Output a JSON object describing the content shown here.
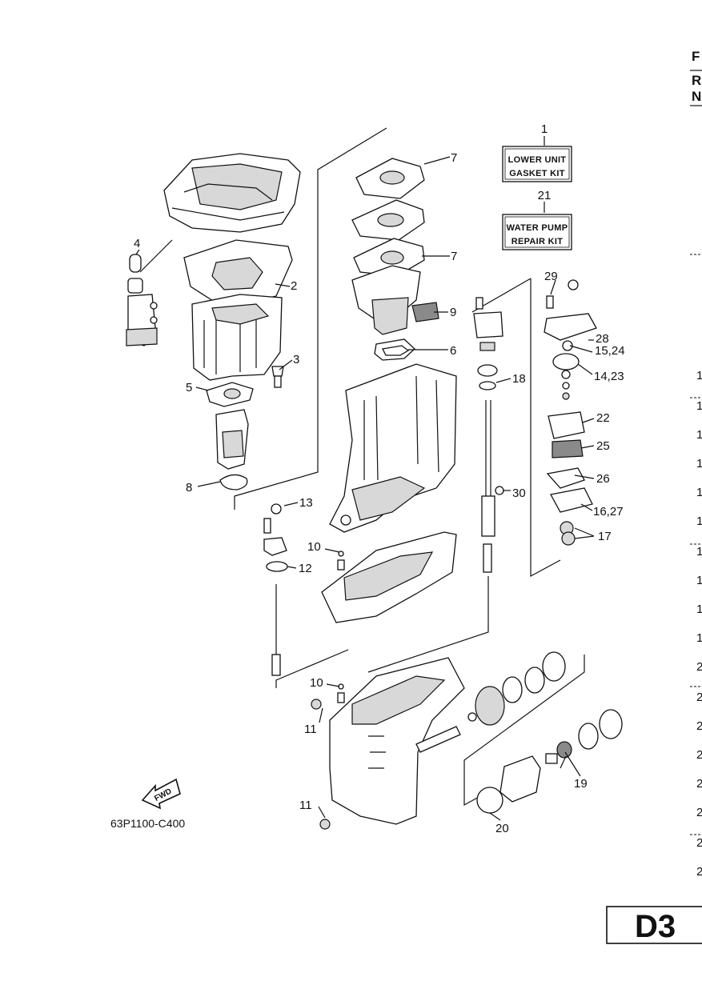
{
  "drawing_code": "63P1100-C400",
  "page_tag": "D3",
  "fwd_label": "FWD",
  "kits": [
    {
      "callout": "1",
      "line1": "LOWER UNIT",
      "line2": "GASKET KIT"
    },
    {
      "callout": "21",
      "line1": "WATER PUMP",
      "line2": "REPAIR KIT"
    }
  ],
  "callouts": [
    "2",
    "3",
    "4",
    "5",
    "6",
    "7",
    "7",
    "8",
    "9",
    "10",
    "10",
    "11",
    "11",
    "12",
    "13",
    "14,23",
    "15,24",
    "16,27",
    "17",
    "18",
    "19",
    "20",
    "22",
    "25",
    "26",
    "28",
    "29",
    "30"
  ],
  "side_column": {
    "header": [
      "F",
      "R",
      "N"
    ],
    "numbers": [
      "1",
      "1",
      "1",
      "1",
      "1",
      "1",
      "1",
      "1",
      "1",
      "1",
      "2",
      "2",
      "2",
      "2",
      "2",
      "2",
      "2",
      "2"
    ]
  },
  "colors": {
    "ink": "#111111",
    "shade": "#d8d8d8",
    "dark": "#8a8a8a"
  }
}
